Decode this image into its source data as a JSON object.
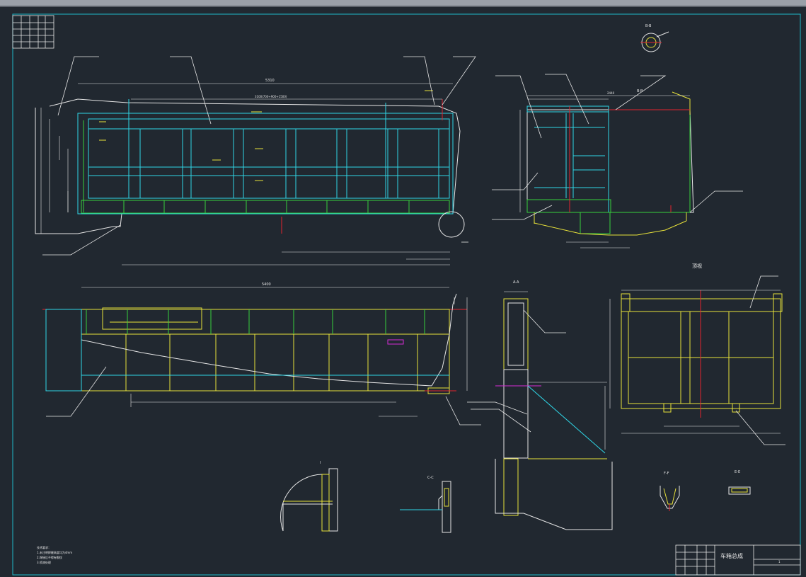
{
  "colors": {
    "background": "#212830",
    "frame": "#1fb9c9",
    "white": "#e6e6e6",
    "yellow": "#e8e23a",
    "green": "#37d13b",
    "red": "#e2232e",
    "magenta": "#d62cd6",
    "cyan": "#2fd6e6"
  },
  "views": {
    "title_block": {
      "title": "车箱总成",
      "sheet": "1"
    },
    "section_b": {
      "label": "B-B",
      "top_label": "B-B"
    },
    "section_a": {
      "label": "A-A"
    },
    "section_c": {
      "label": "C-C"
    },
    "section_e": {
      "label": "E-E"
    },
    "section_f": {
      "label": "F-F"
    },
    "detail_i": {
      "label": "I"
    },
    "side_view": {
      "dim_overall": "5310",
      "dim_note": "3100(700+900+1500)"
    },
    "right_view": {
      "label": "顶视",
      "dim_top": "2440"
    },
    "bottom_view": {
      "dim_overall": "5400"
    }
  },
  "notes": {
    "line1": "技术要求：",
    "line2": "1.未注明焊缝高度均为4mm",
    "line3": "2.焊接后不得有裂纹",
    "line4": "3.喷漆处理"
  }
}
